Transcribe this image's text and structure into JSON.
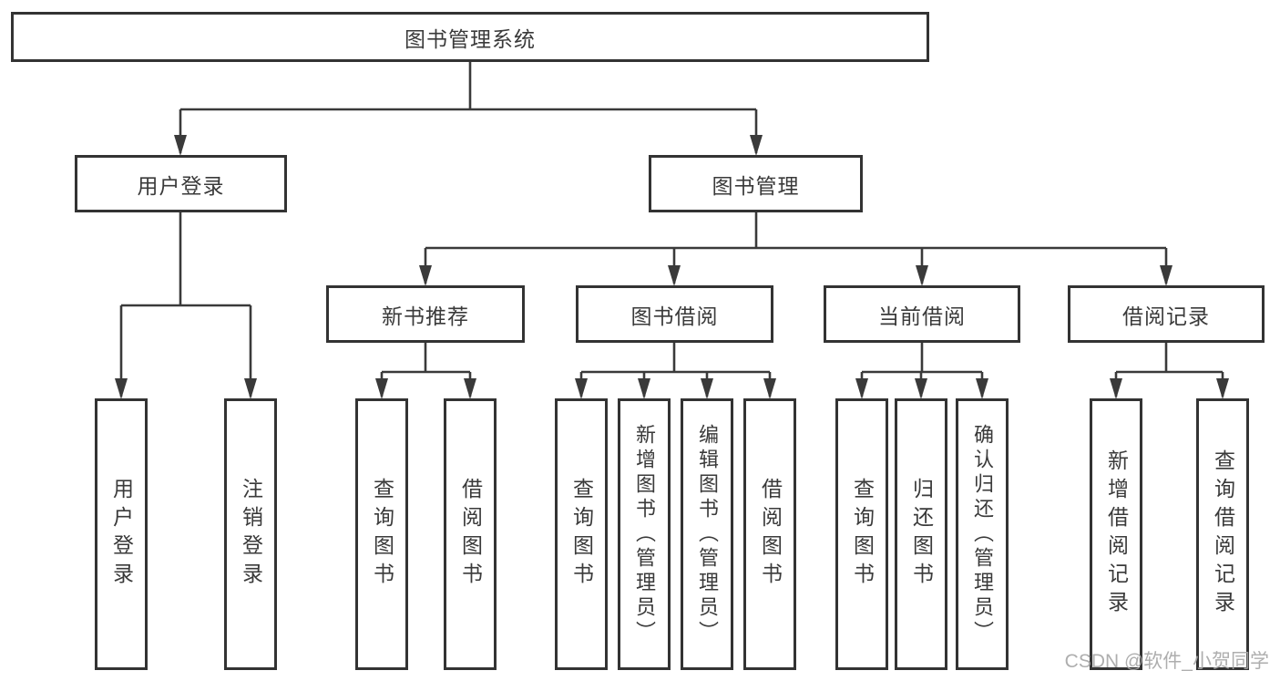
{
  "tree": {
    "root": {
      "label": "图书管理系统"
    },
    "branches": [
      {
        "label": "用户登录",
        "children": [
          {
            "label": "用户登录"
          },
          {
            "label": "注销登录"
          }
        ]
      },
      {
        "label": "图书管理",
        "children": [
          {
            "label": "新书推荐",
            "children": [
              {
                "label": "查询图书"
              },
              {
                "label": "借阅图书"
              }
            ]
          },
          {
            "label": "图书借阅",
            "children": [
              {
                "label": "查询图书"
              },
              {
                "label": "新增图书（管理员）"
              },
              {
                "label": "编辑图书（管理员）"
              },
              {
                "label": "借阅图书"
              }
            ]
          },
          {
            "label": "当前借阅",
            "children": [
              {
                "label": "查询图书"
              },
              {
                "label": "归还图书"
              },
              {
                "label": "确认归还（管理员）"
              }
            ]
          },
          {
            "label": "借阅记录",
            "children": [
              {
                "label": "新增借阅记录"
              },
              {
                "label": "查询借阅记录"
              }
            ]
          }
        ]
      }
    ]
  },
  "watermark": {
    "text": "CSDN @软件_小贺同学"
  },
  "colors": {
    "line": "#3a3a3a",
    "boxBorder": "#333333",
    "text": "#3a3a3a",
    "background": "#ffffff",
    "watermark": "#a6a6a6"
  }
}
